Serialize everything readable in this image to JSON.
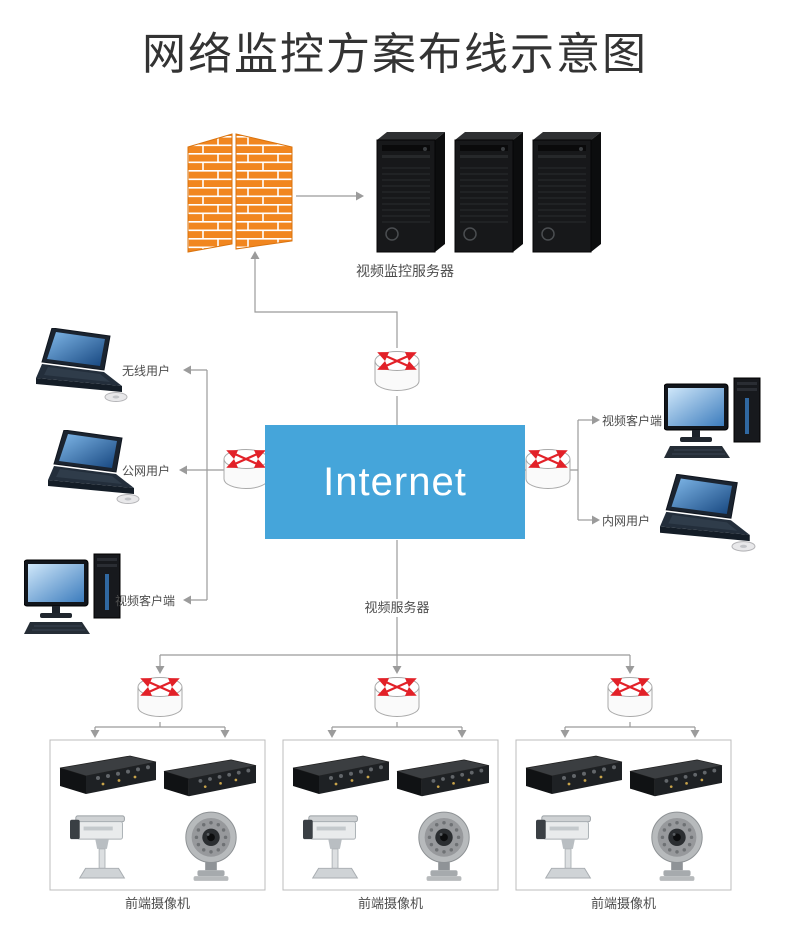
{
  "title": "网络监控方案布线示意图",
  "internet": {
    "label": "Internet"
  },
  "nodes": {
    "servers_label": "视频监控服务器",
    "video_server_label": "视频服务器",
    "left_users": [
      {
        "label": "无线用户"
      },
      {
        "label": "公网用户"
      },
      {
        "label": "视频客户端"
      }
    ],
    "right_users": [
      {
        "label": "视频客户端"
      },
      {
        "label": "内网用户"
      }
    ],
    "camera_groups": [
      {
        "label": "前端摄像机"
      },
      {
        "label": "前端摄像机"
      },
      {
        "label": "前端摄像机"
      }
    ]
  },
  "colors": {
    "internet_bg": "#45a5da",
    "firewall_orange": "#f1861f",
    "connector_gray": "#9b9b9b",
    "router_arrow_red": "#e22128",
    "title_color": "#333333"
  },
  "icons": {
    "firewall": "firewall-icon",
    "server_tower": "server-tower-icon",
    "router": "router-icon",
    "laptop": "laptop-icon",
    "desktop": "desktop-computer-icon",
    "dvr": "dvr-encoder-icon",
    "ptz_camera": "ptz-camera-icon",
    "ir_camera": "ir-camera-icon"
  }
}
